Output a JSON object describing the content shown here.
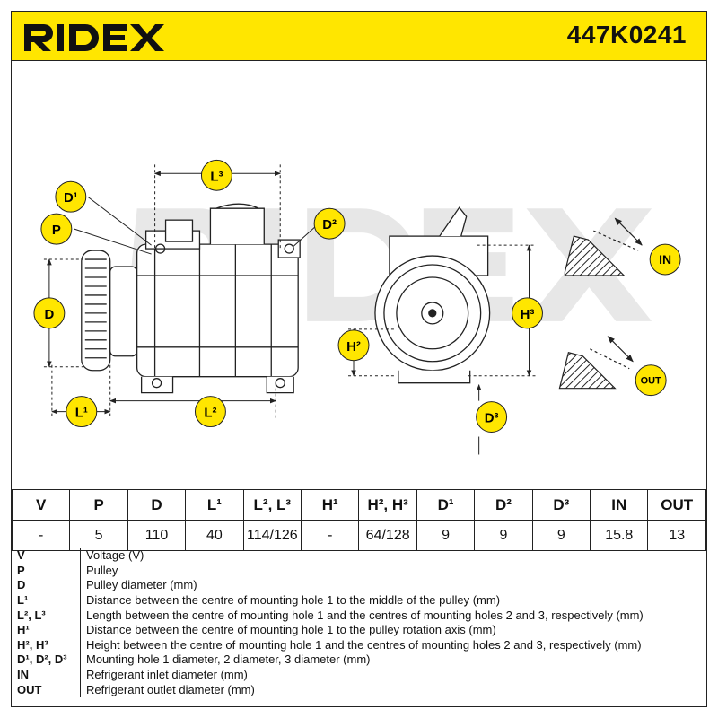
{
  "brand": {
    "name": "RIDEX",
    "accent": "#ffe600",
    "line_color": "#222222"
  },
  "part_number": "447K0241",
  "diagram": {
    "labels": {
      "L3": "L³",
      "D1": "D¹",
      "P": "P",
      "D2": "D²",
      "D": "D",
      "L1": "L¹",
      "L2": "L²",
      "H3": "H³",
      "H2": "H²",
      "D3": "D³",
      "IN": "IN",
      "OUT": "OUT"
    }
  },
  "spec_table": {
    "headers": [
      "V",
      "P",
      "D",
      "L¹",
      "L², L³",
      "H¹",
      "H², H³",
      "D¹",
      "D²",
      "D³",
      "IN",
      "OUT"
    ],
    "values": [
      "-",
      "5",
      "110",
      "40",
      "114/126",
      "-",
      "64/128",
      "9",
      "9",
      "9",
      "15.8",
      "13"
    ]
  },
  "legend": [
    {
      "key": "V",
      "text": "Voltage (V)"
    },
    {
      "key": "P",
      "text": "Pulley"
    },
    {
      "key": "D",
      "text": "Pulley diameter (mm)"
    },
    {
      "key": "L¹",
      "text": "Distance between the centre of mounting hole 1 to the middle of the pulley (mm)"
    },
    {
      "key": "L², L³",
      "text": "Length between the centre of mounting hole 1 and the centres of mounting holes 2 and 3, respectively (mm)"
    },
    {
      "key": "H¹",
      "text": "Distance between the centre of mounting hole 1 to the pulley rotation axis (mm)"
    },
    {
      "key": "H², H³",
      "text": "Height between the centre of mounting hole 1 and the centres of mounting holes 2 and 3, respectively (mm)"
    },
    {
      "key": "D¹, D², D³",
      "text": "Mounting hole 1 diameter, 2 diameter, 3 diameter (mm)"
    },
    {
      "key": "IN",
      "text": "Refrigerant inlet diameter (mm)"
    },
    {
      "key": "OUT",
      "text": "Refrigerant outlet diameter (mm)"
    }
  ]
}
